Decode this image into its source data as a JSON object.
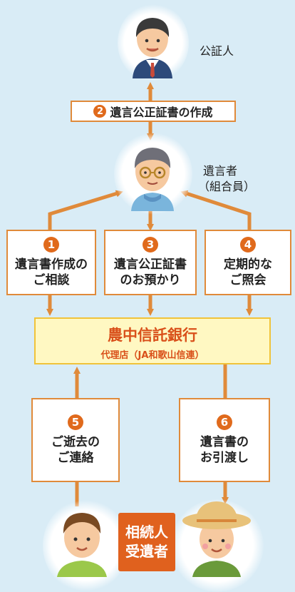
{
  "notary": {
    "label": "公証人",
    "icon": "notary-person-icon"
  },
  "testator": {
    "label": "遺言者",
    "sublabel": "（組合員）",
    "icon": "testator-person-icon"
  },
  "step2": {
    "number": "2",
    "text": "遺言公正証書の作成"
  },
  "steps_top": [
    {
      "number": "1",
      "text": "遺言書作成の\nご相談"
    },
    {
      "number": "3",
      "text": "遺言公正証書\nのお預かり"
    },
    {
      "number": "4",
      "text": "定期的な\nご照会"
    }
  ],
  "bank": {
    "name": "農中信託銀行",
    "sub": "代理店（JA和歌山信連）"
  },
  "steps_bottom": [
    {
      "number": "5",
      "text": "ご逝去の\nご連絡"
    },
    {
      "number": "6",
      "text": "遺言書の\nお引渡し"
    }
  ],
  "heirs": {
    "line1": "相続人",
    "line2": "受遺者"
  },
  "colors": {
    "arrow": "#e08a3a",
    "badge": "#e06a1c",
    "bank_fill": "#fff8c2",
    "bank_text": "#d9501a",
    "background": "#d9ecf6"
  }
}
